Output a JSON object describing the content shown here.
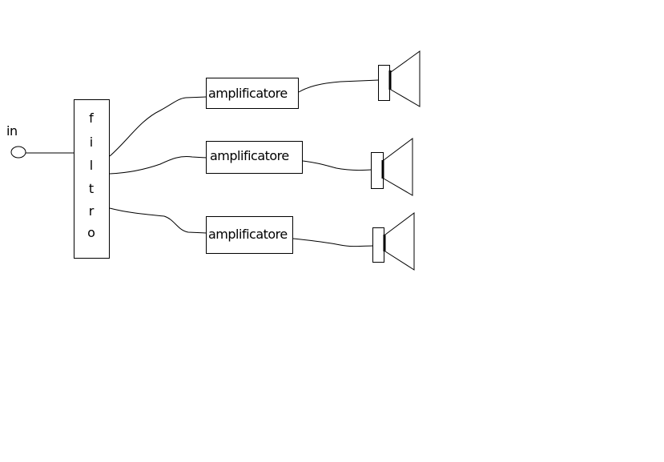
{
  "input": {
    "label": "in"
  },
  "filter": {
    "letters": [
      "f",
      "i",
      "l",
      "t",
      "r",
      "o"
    ]
  },
  "amplifiers": [
    {
      "label": "amplificatore"
    },
    {
      "label": "amplificatore"
    },
    {
      "label": "amplificatore"
    }
  ],
  "speakers": [
    {
      "icon": "speaker-icon"
    },
    {
      "icon": "speaker-icon"
    },
    {
      "icon": "speaker-icon"
    }
  ]
}
